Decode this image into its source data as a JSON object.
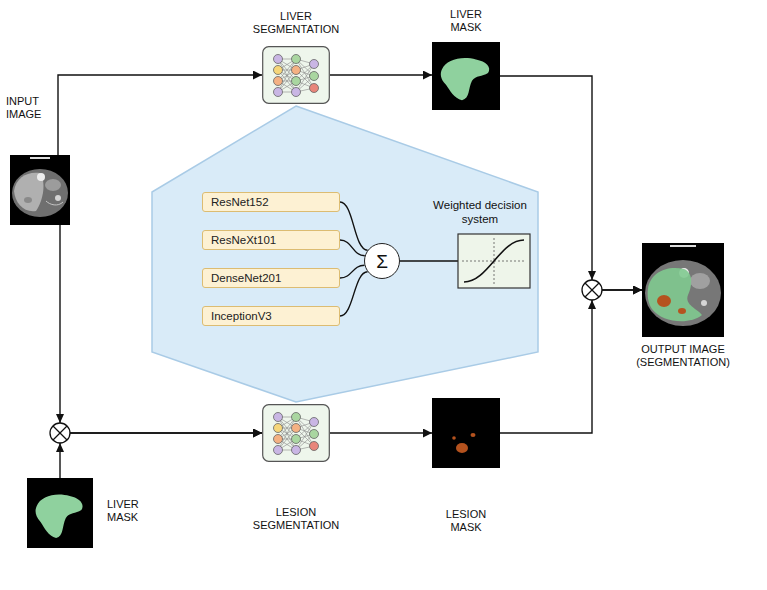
{
  "diagram": {
    "nodes": [
      {
        "text": [
          "INPUT IMAGE"
        ]
      },
      {
        "text": [
          "LIVER SEGMENTATION"
        ]
      },
      {
        "text": [
          "LIVER MASK"
        ]
      },
      {
        "text": [
          "Weighted decision system"
        ]
      },
      {
        "text": [
          "ResNet152"
        ],
        "in": 3
      },
      {
        "text": [
          "ResNeXt101"
        ],
        "in": 3
      },
      {
        "text": [
          "DenseNet201"
        ],
        "in": 3
      },
      {
        "text": [
          "InceptionV3"
        ],
        "in": 3
      },
      {
        "text": [
          "Σ"
        ],
        "in": 3
      },
      {
        "text": [
          "OUTPUT IMAGE (SEGMENTATION)"
        ]
      },
      {
        "text": [
          "LIVER MASK"
        ]
      },
      {
        "text": [
          "LESION SEGMENTATION"
        ]
      },
      {
        "text": [
          "LESION MASK"
        ]
      }
    ],
    "edges": [
      {
        "from": 0,
        "to": 1,
        "arrow": "to"
      },
      {
        "from": 1,
        "to": 2,
        "arrow": "to"
      },
      {
        "from": 2,
        "to": 9,
        "arrow": "to"
      },
      {
        "from": 0,
        "to": 11,
        "arrow": "to"
      },
      {
        "from": 10,
        "to": 11,
        "arrow": "to"
      },
      {
        "from": 11,
        "to": 12,
        "arrow": "to"
      },
      {
        "from": 12,
        "to": 9,
        "arrow": "to"
      },
      {
        "from": 4,
        "to": 8,
        "arrow": "none"
      },
      {
        "from": 5,
        "to": 8,
        "arrow": "none"
      },
      {
        "from": 6,
        "to": 8,
        "arrow": "none"
      },
      {
        "from": 7,
        "to": 8,
        "arrow": "none"
      }
    ]
  }
}
